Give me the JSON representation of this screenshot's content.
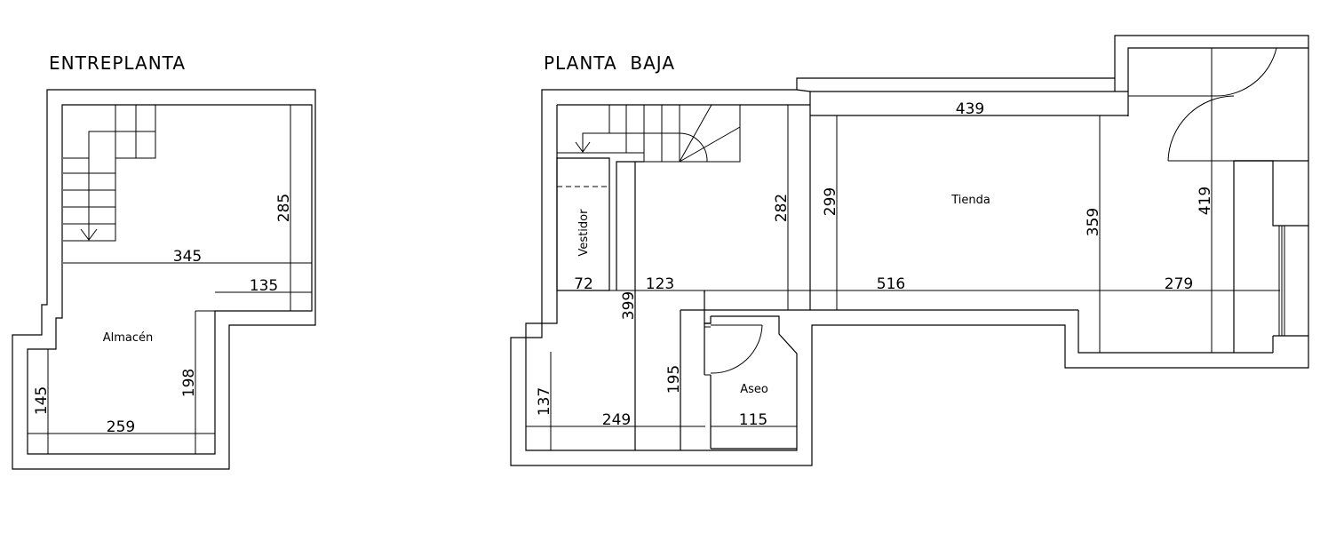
{
  "entreplanta": {
    "title": "ENTREPLANTA",
    "room": "Almacén",
    "dims": {
      "d285": "285",
      "d345": "345",
      "d135": "135",
      "d198": "198",
      "d145": "145",
      "d259": "259"
    }
  },
  "planta_baja": {
    "title": "PLANTA  BAJA",
    "rooms": {
      "tienda": "Tienda",
      "vestidor": "Vestidor",
      "aseo": "Aseo"
    },
    "dims": {
      "d439": "439",
      "d282": "282",
      "d299": "299",
      "d359": "359",
      "d419": "419",
      "d72": "72",
      "d123": "123",
      "d516": "516",
      "d279": "279",
      "d399": "399",
      "d195": "195",
      "d137": "137",
      "d249": "249",
      "d115": "115"
    }
  }
}
